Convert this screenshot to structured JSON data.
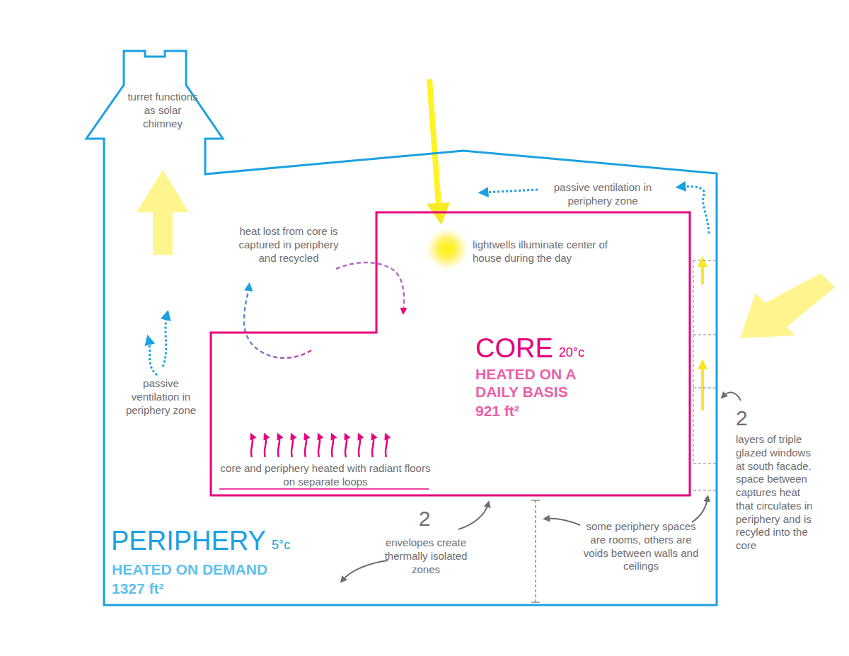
{
  "diagram": {
    "nodes": [
      {
        "text": [
          "PERIPHERY",
          "5°c",
          "HEATED ON DEMAND",
          "1327 ft²"
        ]
      },
      {
        "text": [
          "CORE",
          "20°c",
          "HEATED ON A DAILY BASIS",
          "921 ft²"
        ],
        "in": 0
      }
    ],
    "labels": [
      "turret functions as solar chimney",
      "passive ventilation in periphery zone",
      "heat lost from core is captured in periphery and recycled",
      "lightwells illuminate center of house during the day",
      "passive ventilation in periphery zone",
      "core and periphery heated with radiant floors on separate loops",
      "2",
      "envelopes create thermally isolated zones",
      "some periphery spaces are rooms, others are voids between walls and ceilings",
      "2",
      "layers of triple glazed windows at south facade. space between captures heat that circulates in periphery and is recyled into the core"
    ]
  }
}
